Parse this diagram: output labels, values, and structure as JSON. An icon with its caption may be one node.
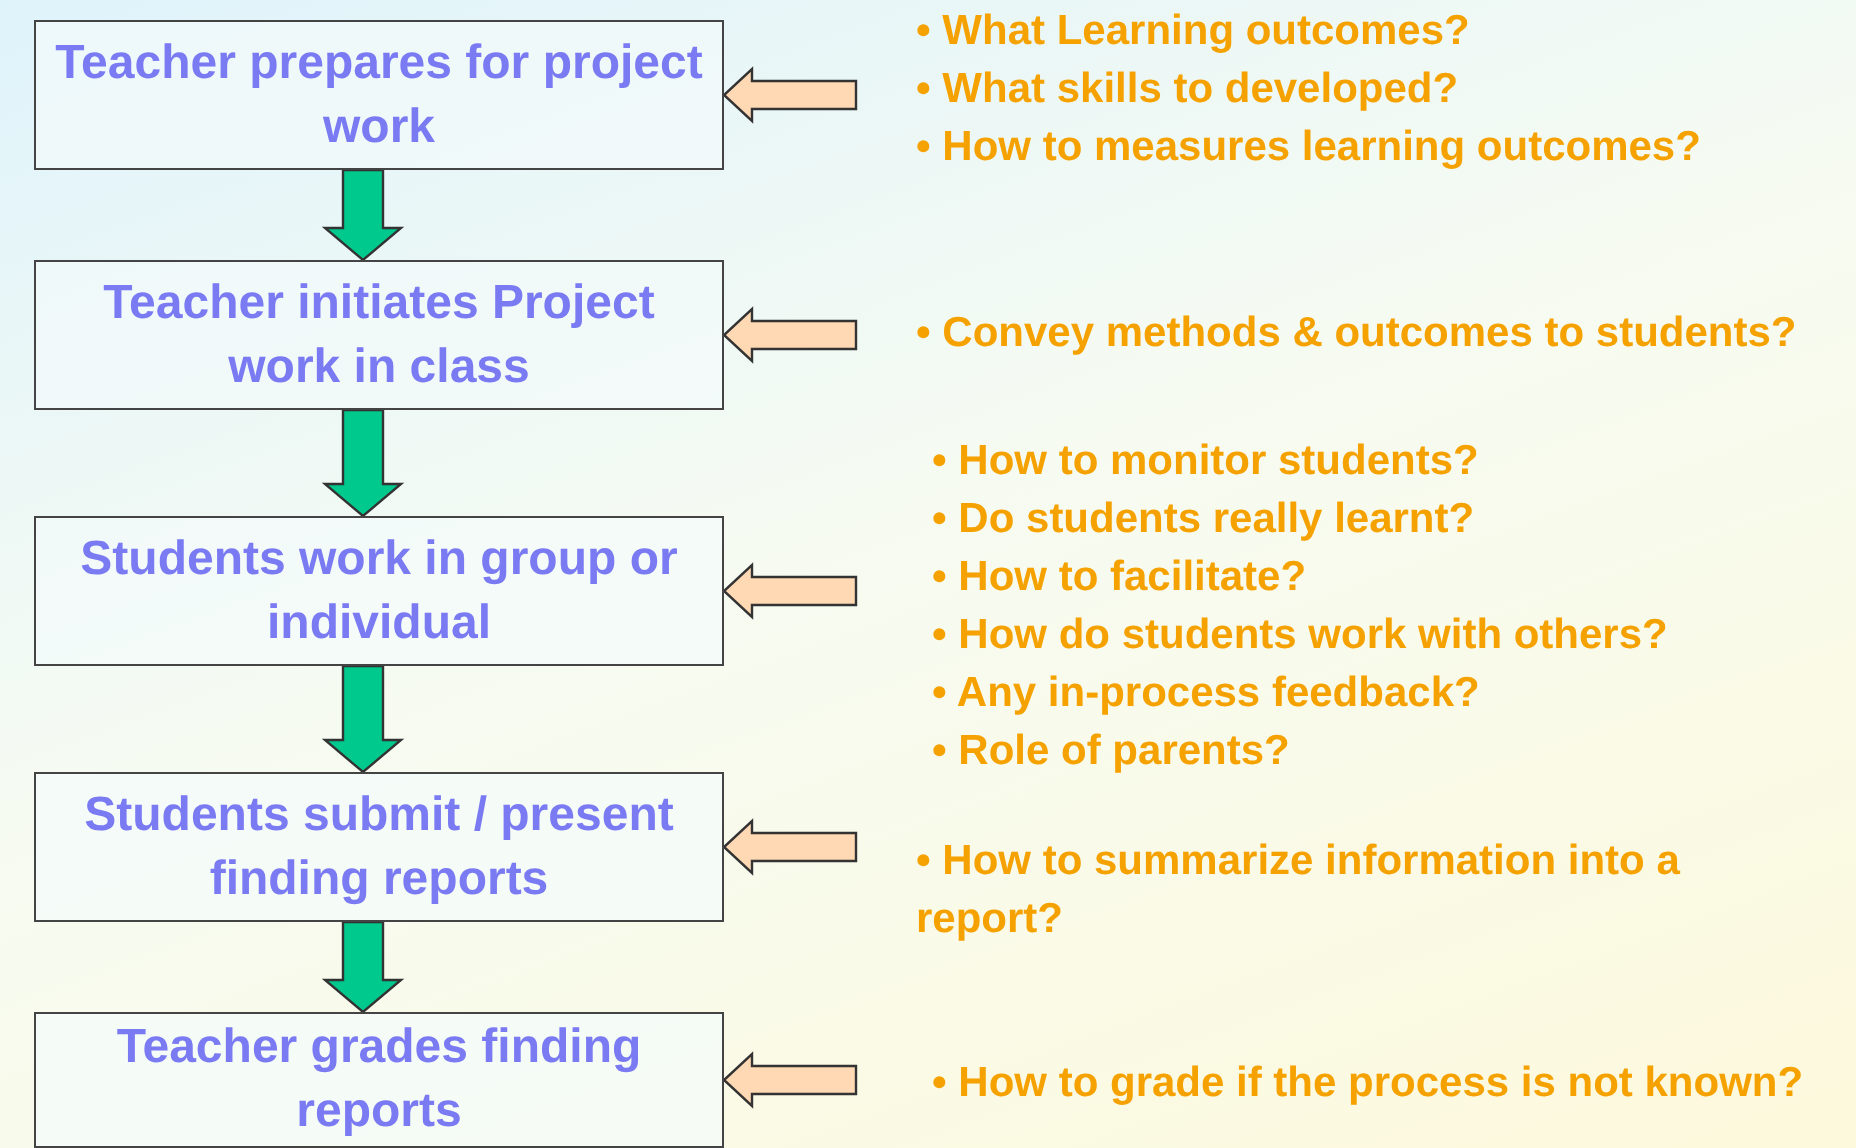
{
  "diagram": {
    "nodes": [
      {
        "text": [
          "Teacher prepares for project work"
        ]
      },
      {
        "text": [
          "Teacher initiates Project work in class"
        ]
      },
      {
        "text": [
          "Students work in group or individual"
        ]
      },
      {
        "text": [
          "Students submit / present finding reports"
        ]
      },
      {
        "text": [
          "Teacher grades finding reports"
        ]
      },
      {
        "text": [
          "• What Learning outcomes?",
          "• What skills to developed?",
          "• How to measures learning outcomes?"
        ]
      },
      {
        "text": [
          "• Convey methods & outcomes to students?"
        ]
      },
      {
        "text": [
          "• How to monitor students?",
          "• Do students really learnt?",
          "• How to facilitate?",
          "• How do students work with others?",
          "• Any in-process feedback?",
          "• Role of parents?"
        ]
      },
      {
        "text": [
          "• How to summarize information into a report?"
        ]
      },
      {
        "text": [
          "• How to grade if the process is not known?"
        ]
      }
    ],
    "edges": [
      {
        "from": 0,
        "to": 1,
        "arrow": "to",
        "style": "thick",
        "color": "#00c98d"
      },
      {
        "from": 1,
        "to": 2,
        "arrow": "to",
        "style": "thick",
        "color": "#00c98d"
      },
      {
        "from": 2,
        "to": 3,
        "arrow": "to",
        "style": "thick",
        "color": "#00c98d"
      },
      {
        "from": 3,
        "to": 4,
        "arrow": "to",
        "style": "thick",
        "color": "#00c98d"
      },
      {
        "from": 5,
        "to": 0,
        "arrow": "to",
        "style": "thick"
      },
      {
        "from": 6,
        "to": 1,
        "arrow": "to",
        "style": "thick"
      },
      {
        "from": 7,
        "to": 2,
        "arrow": "to",
        "style": "thick"
      },
      {
        "from": 8,
        "to": 3,
        "arrow": "to",
        "style": "thick"
      },
      {
        "from": 9,
        "to": 4,
        "arrow": "to",
        "style": "thick"
      }
    ]
  }
}
